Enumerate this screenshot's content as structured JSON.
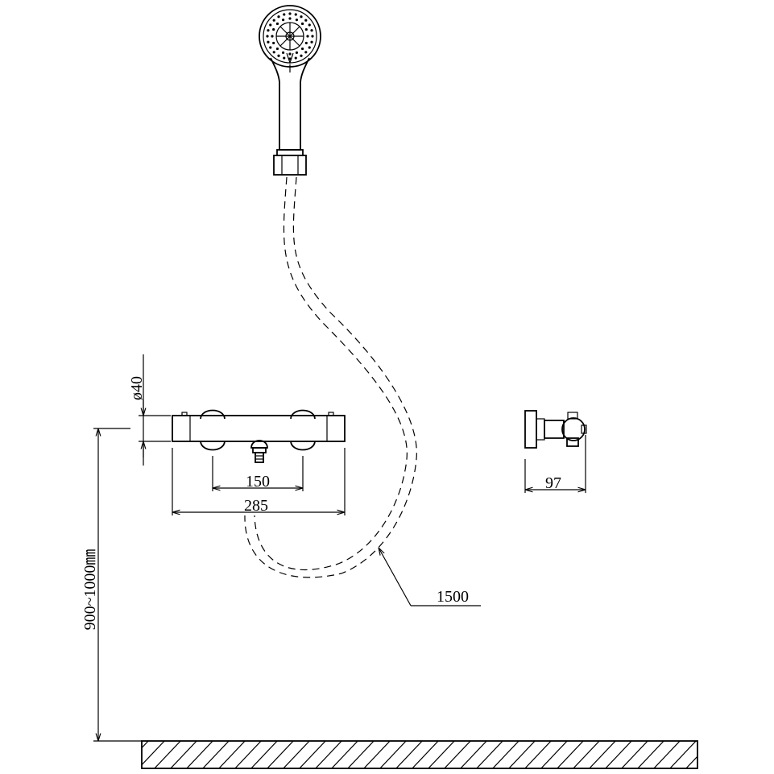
{
  "dimensions": {
    "diameter": "ø40",
    "center_distance": "150",
    "overall_width": "285",
    "depth": "97",
    "hose_length": "1500",
    "mount_height": "900~1000㎜"
  }
}
